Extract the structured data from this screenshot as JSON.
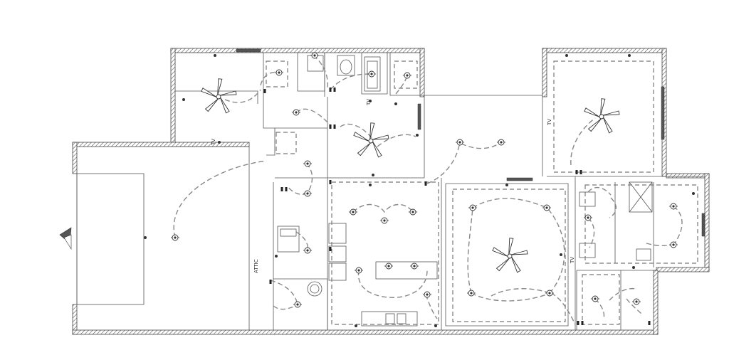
{
  "labels": {
    "attic": "ATTIC",
    "tv": "TV"
  },
  "colors": {
    "wall_hatch": "#444444",
    "circuit_dashed": "#888888",
    "ink": "#333333"
  },
  "symbols": [
    "ceiling-fan",
    "ceiling-light-fixture",
    "wall-switch",
    "recessed-can-light",
    "north-arrow"
  ]
}
